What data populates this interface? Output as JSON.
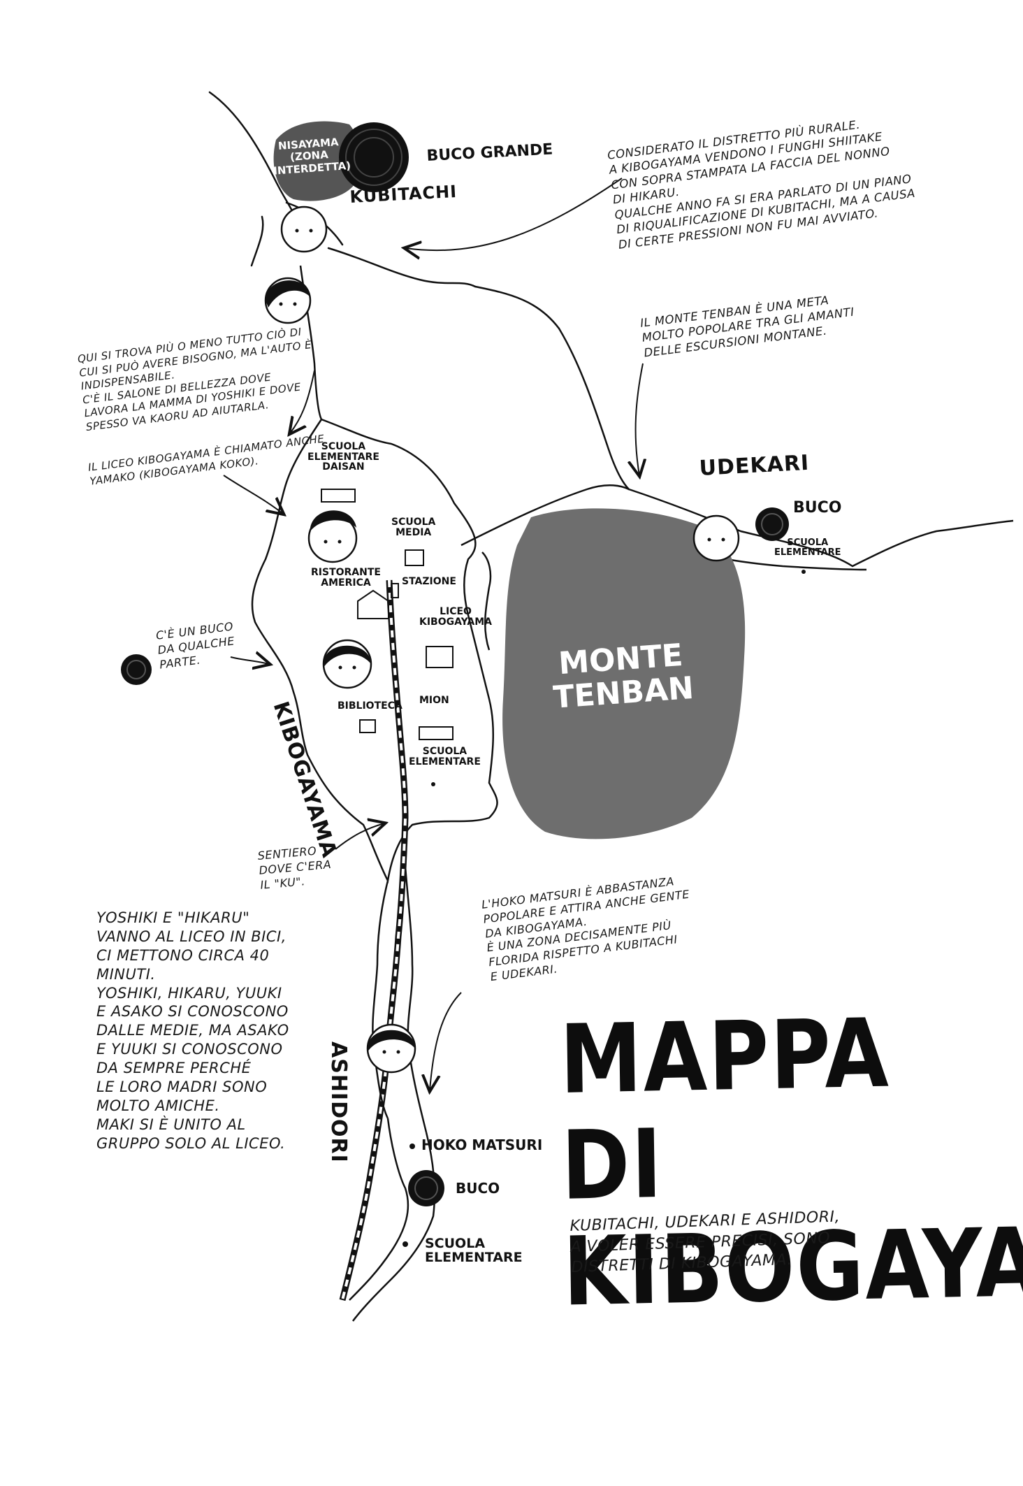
{
  "title": "MAPPA DI\nKIBOGAYAMA",
  "subtitle_note": "KUBITACHI, UDEKARI E ASHIDORI,\nA VOLER ESSERE PRECISI, SONO\nDISTRETTI DI KIBOGAYAMA.",
  "districts": {
    "kubitachi": "KUBITACHI",
    "udekari": "UDEKARI",
    "kibogayama": "KIBOGAYAMA",
    "ashidori": "ASHIDORI"
  },
  "landmarks": {
    "nisayama": "NISAYAMA\n(ZONA\nINTERDETTA)",
    "buco_grande": "BUCO GRANDE",
    "buco_udekari": "BUCO",
    "scuola_elementare_udekari": "SCUOLA\nELEMENTARE",
    "scuola_elementare_daisan": "SCUOLA\nELEMENTARE\nDAISAN",
    "scuola_media": "SCUOLA\nMEDIA",
    "ristorante_america": "RISTORANTE\nAMERICA",
    "stazione": "STAZIONE",
    "liceo_kibogayama": "LICEO\nKIBOGAYAMA",
    "biblioteca": "BIBLIOTECA",
    "mion": "MION",
    "scuola_elementare_kibo": "SCUOLA\nELEMENTARE",
    "monte_tenban": "MONTE\nTENBAN",
    "hoko_matsuri": "HOKO MATSURI",
    "buco_ashidori": "BUCO",
    "scuola_elementare_ashidori": "SCUOLA\nELEMENTARE"
  },
  "notes": {
    "kubitachi": "CONSIDERATO IL DISTRETTO PIÙ RURALE.\nA KIBOGAYAMA VENDONO I FUNGHI SHIITAKE\nCON SOPRA STAMPATA LA FACCIA DEL NONNO\nDI HIKARU.\nQUALCHE ANNO FA SI ERA PARLATO DI UN PIANO\nDI RIQUALIFICAZIONE DI KUBITACHI, MA A CAUSA\nDI CERTE PRESSIONI NON FU MAI AVVIATO.",
    "tenban": "IL MONTE TENBAN È UNA META\nMOLTO POPOLARE TRA GLI AMANTI\nDELLE ESCURSIONI MONTANE.",
    "kibogayama": "QUI SI TROVA PIÙ O MENO TUTTO CIÒ DI\nCUI SI PUÒ AVERE BISOGNO, MA L'AUTO È\nINDISPENSABILE.\nC'È IL SALONE DI BELLEZZA DOVE\nLAVORA LA MAMMA DI YOSHIKI E DOVE\nSPESSO VA KAORU AD AIUTARLA.",
    "liceo": "IL LICEO KIBOGAYAMA È CHIAMATO ANCHE\nYAMAKO (KIBOGAYAMA KOKO).",
    "buco": "C'È UN BUCO\nDA QUALCHE\nPARTE.",
    "sentiero": "SENTIERO\nDOVE C'ERA\nIL \"KU\".",
    "hoko": "L'HOKO MATSURI È ABBASTANZA\nPOPOLARE E ATTIRA ANCHE GENTE\nDA KIBOGAYAMA.\nÈ UNA ZONA DECISAMENTE PIÙ\nFLORIDA RISPETTO A KUBITACHI\nE UDEKARI.",
    "yoshiki": "YOSHIKI E \"HIKARU\"\nVANNO AL LICEO IN BICI,\nCI METTONO CIRCA 40\nMINUTI.\nYOSHIKI, HIKARU, YUUKI\nE ASAKO SI CONOSCONO\nDALLE MEDIE, MA ASAKO\nE YUUKI SI CONOSCONO\nDA SEMPRE PERCHÉ\nLE LORO MADRI SONO\nMOLTO AMICHE.\nMAKI SI È UNITO AL\nGRUPPO SOLO AL LICEO."
  },
  "colors": {
    "ink": "#111111",
    "mountain": "#6e6e6e",
    "nisayama": "#555555",
    "paper": "#ffffff"
  }
}
